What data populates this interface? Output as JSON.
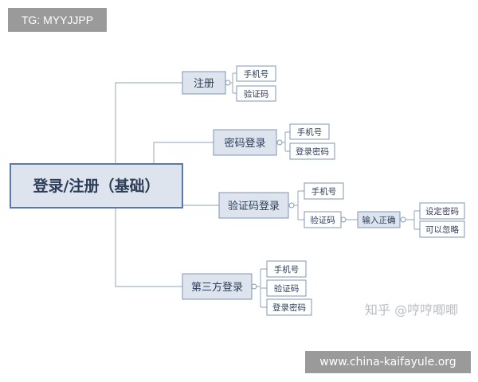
{
  "header_tag": "TG: MYYJJPP",
  "root": {
    "label": "登录/注册（基础）"
  },
  "branches": [
    {
      "label": "注册",
      "leaves": [
        "手机号",
        "验证码"
      ]
    },
    {
      "label": "密码登录",
      "leaves": [
        "手机号",
        "登录密码"
      ]
    },
    {
      "label": "验证码登录",
      "leaves": [
        "手机号",
        "验证码"
      ],
      "sub": {
        "label": "输入正确",
        "leaves": [
          "设定密码",
          "可以忽略"
        ]
      }
    },
    {
      "label": "第三方登录",
      "leaves": [
        "手机号",
        "验证码",
        "登录密码"
      ]
    }
  ],
  "watermark": "知乎 @哼哼唧唧",
  "banner": "www.china-kaifayule.org",
  "colors": {
    "node_fill": "#dde4ee",
    "node_border": "#7f95b4",
    "connector": "#a8b4c4",
    "text": "#2d3d57",
    "tag_bg": "#9a9a9a"
  }
}
